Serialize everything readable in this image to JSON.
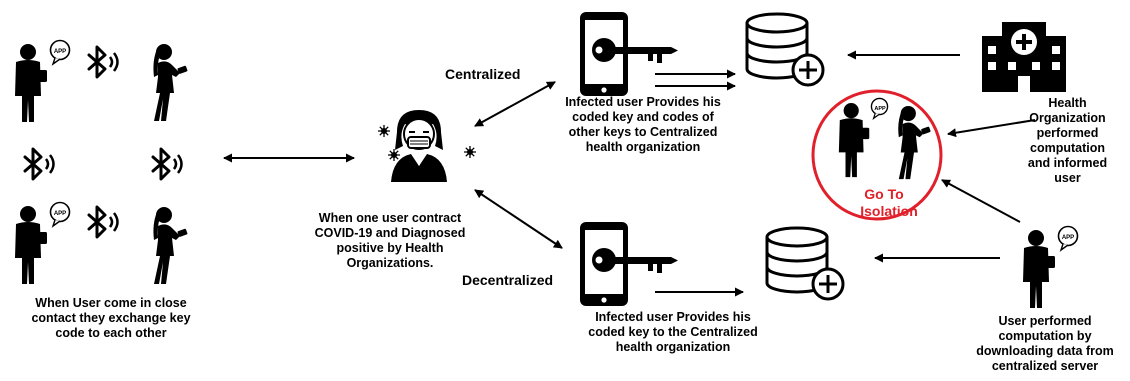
{
  "labels": {
    "centralized": "Centralized",
    "decentralized": "Decentralized",
    "go_to": "Go To",
    "isolation": "Isolation",
    "app_badge": "APP"
  },
  "captions": {
    "exchange": [
      "When User come in close",
      "contact they exchange key",
      "code to each other"
    ],
    "contract": [
      "When one user contract",
      "COVID-19 and Diagnosed",
      "positive by Health",
      "Organizations."
    ],
    "centralized_provide": [
      "Infected user Provides his",
      "coded key and codes of",
      "other keys to Centralized",
      "health organization"
    ],
    "decentralized_provide": [
      "Infected user Provides his",
      "coded key to the Centralized",
      "health organization"
    ],
    "health_org": [
      "Health",
      "Organization",
      "performed",
      "computation",
      "and informed",
      "user"
    ],
    "user_computation": [
      "User performed",
      "computation by",
      "downloading data from",
      "centralized server"
    ]
  },
  "colors": {
    "ink": "#000000",
    "isolation_accent": "#e0202a",
    "background": "#ffffff"
  },
  "icons": [
    "person-phone-icon",
    "person-ponytail-icon",
    "bluetooth-icon",
    "sick-person-mask-icon",
    "phone-key-icon",
    "database-plus-icon",
    "hospital-icon"
  ]
}
